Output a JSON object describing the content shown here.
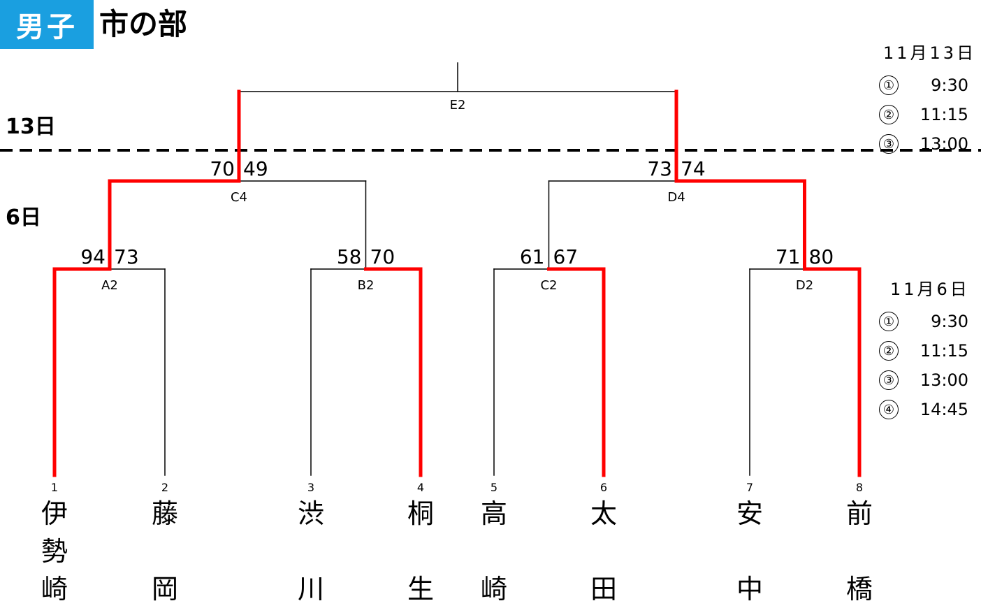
{
  "header": {
    "category": "男子",
    "title": "市の部"
  },
  "day_labels": {
    "final_day": "13日",
    "first_day": "6日"
  },
  "colors": {
    "accent": "#1a9fe0",
    "winner_path": "#ff0000",
    "line": "#000000"
  },
  "schedule_13": {
    "date": "11月13日",
    "rows": [
      {
        "mark": "1",
        "time": "9:30"
      },
      {
        "mark": "2",
        "time": "11:15"
      },
      {
        "mark": "3",
        "time": "13:00"
      }
    ]
  },
  "schedule_6": {
    "date": "11月6日",
    "rows": [
      {
        "mark": "1",
        "time": "9:30"
      },
      {
        "mark": "2",
        "time": "11:15"
      },
      {
        "mark": "3",
        "time": "13:00"
      },
      {
        "mark": "4",
        "time": "14:45"
      }
    ]
  },
  "teams": [
    {
      "seed": "1",
      "chars": [
        "伊",
        "勢",
        "崎"
      ]
    },
    {
      "seed": "2",
      "chars": [
        "藤",
        "",
        "岡"
      ]
    },
    {
      "seed": "3",
      "chars": [
        "渋",
        "",
        "川"
      ]
    },
    {
      "seed": "4",
      "chars": [
        "桐",
        "",
        "生"
      ]
    },
    {
      "seed": "5",
      "chars": [
        "高",
        "",
        "崎"
      ]
    },
    {
      "seed": "6",
      "chars": [
        "太",
        "",
        "田"
      ]
    },
    {
      "seed": "7",
      "chars": [
        "安",
        "",
        "中"
      ]
    },
    {
      "seed": "8",
      "chars": [
        "前",
        "",
        "橋"
      ]
    }
  ],
  "matches": [
    {
      "code": "A2",
      "left_score": "94",
      "right_score": "73",
      "winner": "left"
    },
    {
      "code": "B2",
      "left_score": "58",
      "right_score": "70",
      "winner": "right"
    },
    {
      "code": "C2",
      "left_score": "61",
      "right_score": "67",
      "winner": "right"
    },
    {
      "code": "D2",
      "left_score": "71",
      "right_score": "80",
      "winner": "right"
    },
    {
      "code": "C4",
      "left_score": "70",
      "right_score": "49",
      "winner": "left"
    },
    {
      "code": "D4",
      "left_score": "73",
      "right_score": "74",
      "winner": "right"
    },
    {
      "code": "E2",
      "left_score": "",
      "right_score": "",
      "winner": ""
    }
  ]
}
